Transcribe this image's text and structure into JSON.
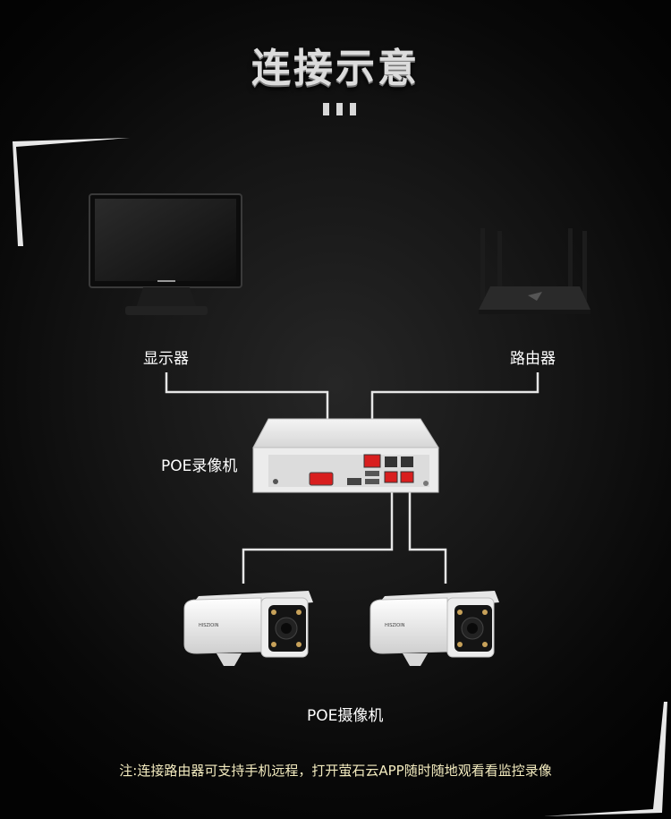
{
  "title": "连接示意",
  "devices": {
    "monitor": "显示器",
    "router": "路由器",
    "nvr": "POE录像机",
    "cameras": "POE摄像机"
  },
  "camera_brand": "HISZIOIN",
  "note": "注:连接路由器可支持手机远程，打开萤石云APP随时随地观看看监控录像",
  "colors": {
    "background": "#050505",
    "cable": "#e6e6e6",
    "port_highlight": "#d81e1e",
    "note_text": "#f4ecc0"
  }
}
